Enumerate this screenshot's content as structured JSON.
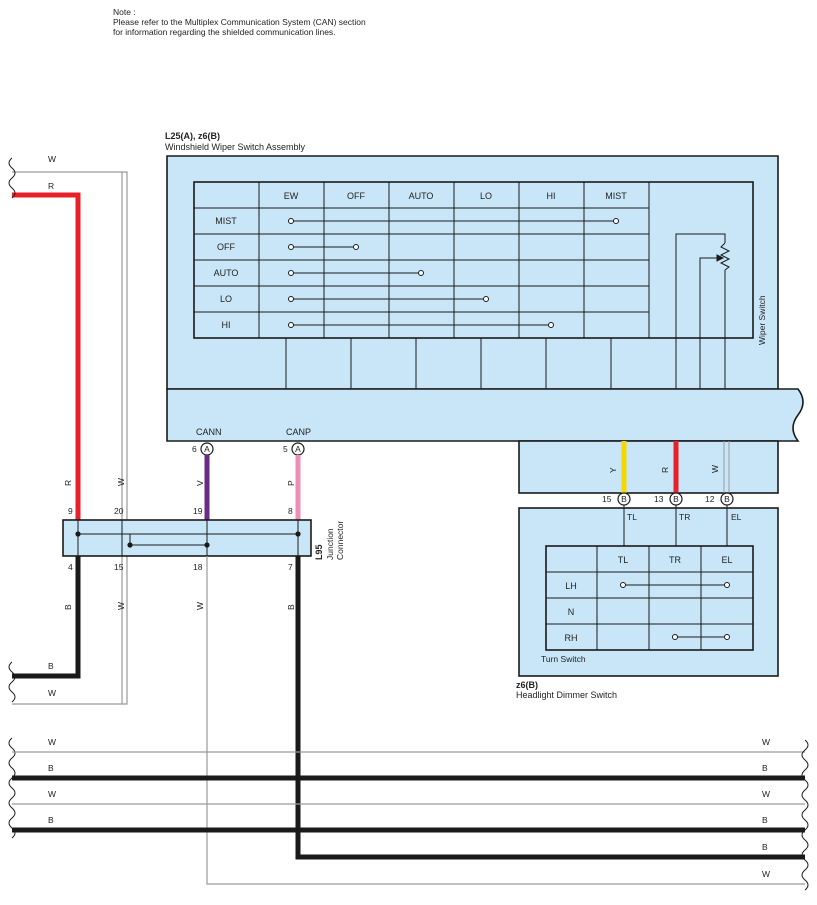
{
  "note": {
    "heading": "Note :",
    "line1": "Please refer to the Multiplex Communication System (CAN) section",
    "line2": "for information regarding the shielded communication lines."
  },
  "wiper_assembly": {
    "code": "L25(A), z6(B)",
    "name": "Windshield Wiper Switch Assembly",
    "switch_label": "Wiper Switch",
    "columns": [
      "EW",
      "OFF",
      "AUTO",
      "LO",
      "HI",
      "MIST"
    ],
    "rows": [
      "MIST",
      "OFF",
      "AUTO",
      "LO",
      "HI"
    ],
    "pins": {
      "cann_label": "CANN",
      "cann_pin": "6",
      "cann_conn": "A",
      "canp_label": "CANP",
      "canp_pin": "5",
      "canp_conn": "A"
    }
  },
  "junction": {
    "code": "L95",
    "name_line1": "Junction",
    "name_line2": "Connector",
    "top_pins": [
      "9",
      "20",
      "19",
      "8"
    ],
    "bottom_pins": [
      "4",
      "15",
      "18",
      "7"
    ]
  },
  "headlight": {
    "code": "z6(B)",
    "name": "Headlight Dimmer Switch",
    "turn_label": "Turn Switch",
    "columns": [
      "TL",
      "TR",
      "EL"
    ],
    "rows": [
      "LH",
      "N",
      "RH"
    ],
    "pins": [
      {
        "num": "15",
        "conn": "B",
        "label": "TL",
        "wire": "Y"
      },
      {
        "num": "13",
        "conn": "B",
        "label": "TR",
        "wire": "R"
      },
      {
        "num": "12",
        "conn": "B",
        "label": "EL",
        "wire": "W"
      }
    ]
  },
  "wire_labels": {
    "w": "W",
    "r": "R",
    "b": "B",
    "v": "V",
    "p": "P",
    "y": "Y"
  },
  "colors": {
    "red": "#e8202a",
    "black": "#1a1a1a",
    "purple": "#6b2a86",
    "pink": "#f08cb8",
    "yellow": "#f5d800",
    "box": "#c8e6f8",
    "gray": "#9a9a9a"
  }
}
